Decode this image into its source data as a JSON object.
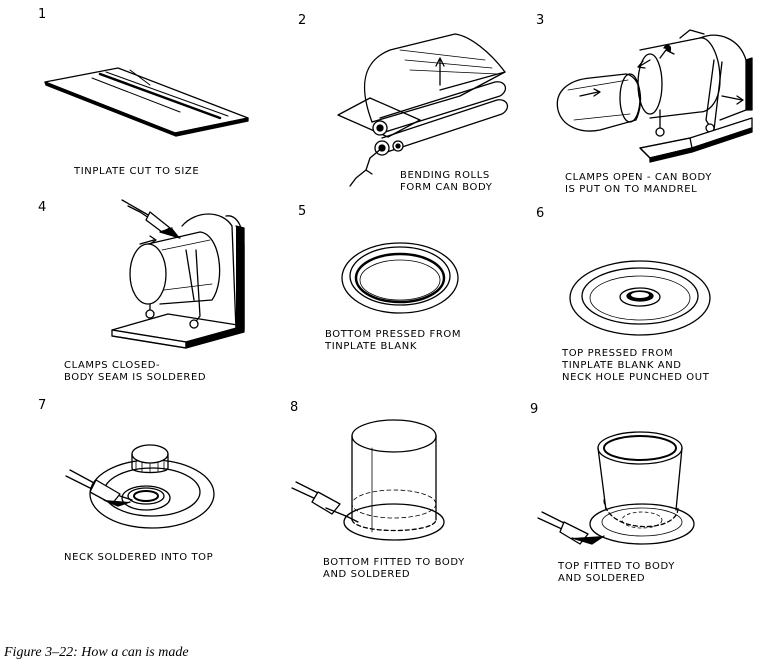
{
  "steps": [
    {
      "number": "1",
      "caption": "TINPLATE CUT TO SIZE"
    },
    {
      "number": "2",
      "caption": "BENDING ROLLS\nFORM CAN BODY"
    },
    {
      "number": "3",
      "caption": "CLAMPS OPEN - CAN BODY\nIS PUT ON TO MANDREL"
    },
    {
      "number": "4",
      "caption": "CLAMPS CLOSED-\nBODY SEAM IS SOLDERED"
    },
    {
      "number": "5",
      "caption": "BOTTOM PRESSED FROM\nTINPLATE BLANK"
    },
    {
      "number": "6",
      "caption": "TOP PRESSED FROM\nTINPLATE BLANK AND\nNECK HOLE PUNCHED OUT"
    },
    {
      "number": "7",
      "caption": "NECK SOLDERED INTO TOP"
    },
    {
      "number": "8",
      "caption": "BOTTOM FITTED TO BODY\nAND SOLDERED"
    },
    {
      "number": "9",
      "caption": "TOP FITTED TO BODY\nAND SOLDERED"
    }
  ],
  "figure_caption": "Figure 3–22: How a can is made"
}
